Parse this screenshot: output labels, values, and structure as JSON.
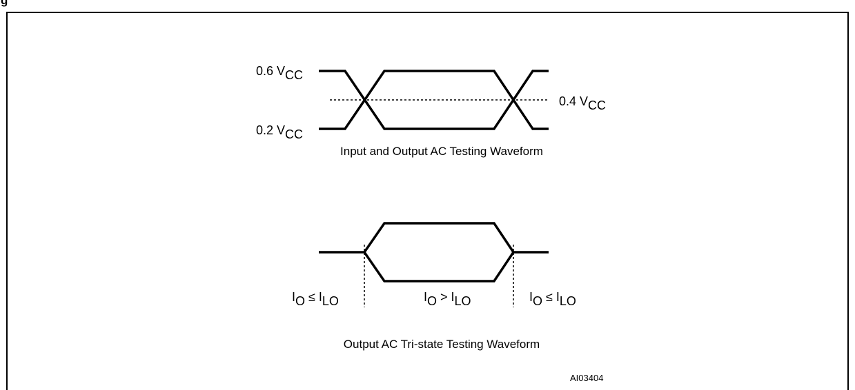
{
  "figure": {
    "header_fragment": "g"
  },
  "waveform_io": {
    "level_high": {
      "prefix": "0.6 V",
      "sub": "CC"
    },
    "level_low": {
      "prefix": "0.2 V",
      "sub": "CC"
    },
    "level_ref": {
      "prefix": "0.4 V",
      "sub": "CC"
    },
    "caption": "Input and Output AC Testing Waveform"
  },
  "waveform_tristate": {
    "left_label": {
      "a": "I",
      "a_sub": "O",
      "op": " ≤ I",
      "b_sub": "LO"
    },
    "mid_label": {
      "a": "I",
      "a_sub": "O",
      "op": " > I",
      "b_sub": "LO"
    },
    "right_label": {
      "a": "I",
      "a_sub": "O",
      "op": " ≤ I",
      "b_sub": "LO"
    },
    "caption": "Output AC Tri-state Testing Waveform"
  },
  "figure_id": "AI03404"
}
